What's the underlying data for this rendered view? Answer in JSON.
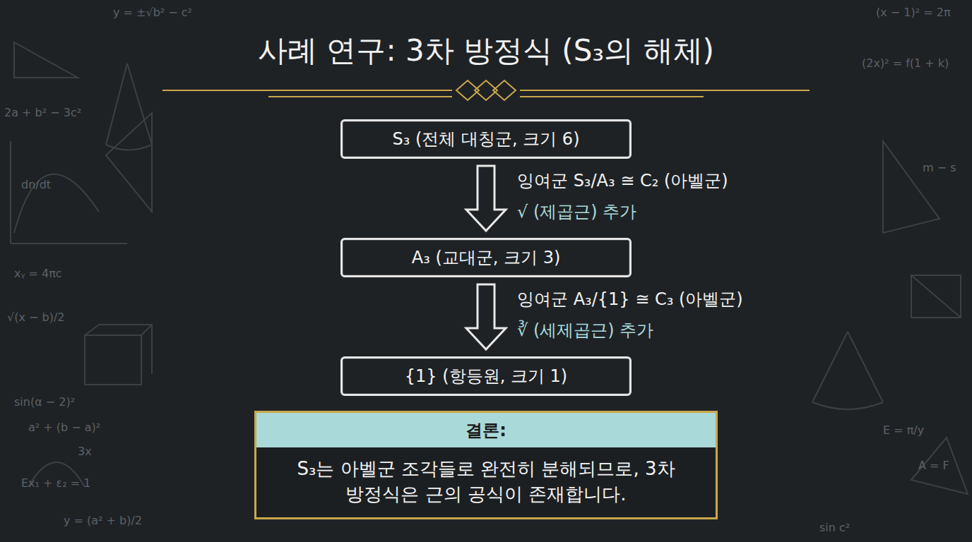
{
  "diagram": {
    "title": "사례 연구: 3차 방정식 (S₃의 해체)",
    "nodes": [
      {
        "text": [
          "S₃ (전체 대칭군, 크기 6)"
        ]
      },
      {
        "text": [
          "A₃ (교대군, 크기 3)"
        ]
      },
      {
        "text": [
          "{1} (항등원, 크기 1)"
        ]
      },
      {
        "text": [
          "결론:",
          "S₃는 아벨군 조각들로 완전히 분해되므로, 3차 방정식은 근의 공식이 존재합니다."
        ]
      }
    ],
    "edges": [
      {
        "from": 0,
        "to": 1,
        "label": "잉여군 S₃/A₃ ≅ C₂ (아벨군)",
        "arrow": "to"
      },
      {
        "from": 1,
        "to": 2,
        "label": "잉여군 A₃/{1} ≅ C₃ (아벨군)",
        "arrow": "to"
      }
    ],
    "labels": [
      "√ (제곱근) 추가",
      "∛ (세제곱근) 추가",
      "y = ±√b² − c²",
      "2a + b² − 3c²",
      "dn/dt",
      "xᵧ = 4πc",
      "√(x − b)/2",
      "sin(α − 2)²",
      "a² + (b − a)²",
      "3x",
      "Ex₁ + ε₂ = 1",
      "y = (a² + b)/2",
      "(x − 1)² = 2π",
      "(2x)² = f(1 + k)",
      "m − s",
      "E = π/y",
      "A = F",
      "sin c²"
    ]
  }
}
